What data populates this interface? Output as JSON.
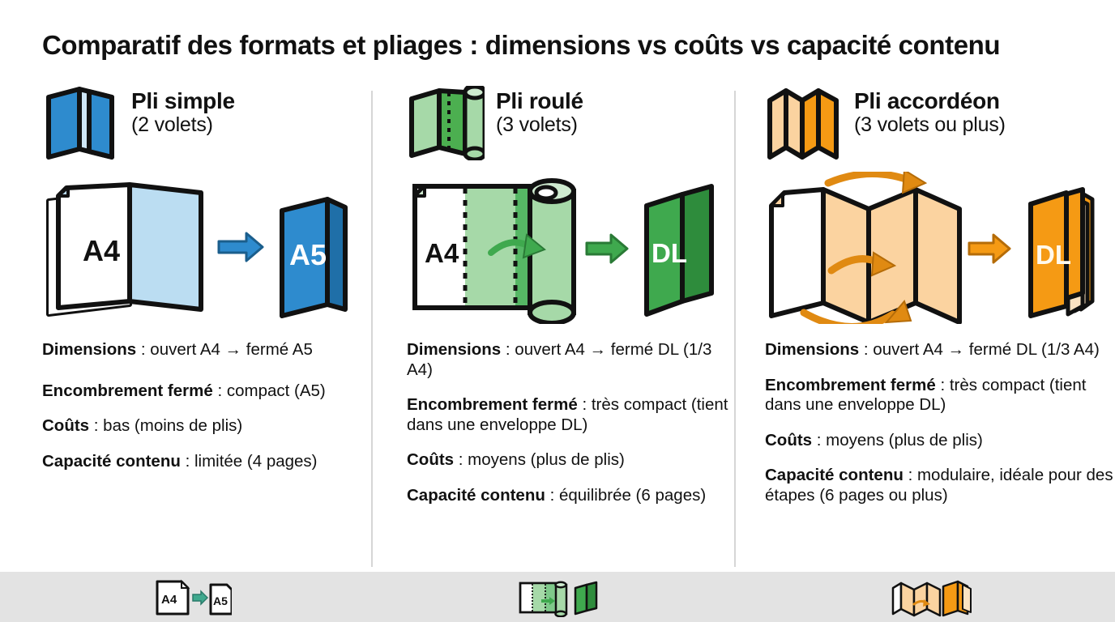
{
  "title": "Comparatif des formats et pliages : dimensions vs coûts vs capacité contenu",
  "colors": {
    "blue_dark": "#2E8BCE",
    "blue_light": "#BBDDF2",
    "green_dark": "#3FA94E",
    "green_light": "#A6D9A8",
    "orange_dark": "#F59A14",
    "orange_light": "#FBD3A0",
    "outline": "#111111",
    "divider": "#d6d6d6",
    "footer_bg": "#e3e3e3",
    "page_bg": "#ffffff"
  },
  "columns": [
    {
      "icon_name": "single-fold-icon",
      "title": "Pli simple",
      "subtitle": "(2 volets)",
      "diagram": {
        "name": "single-fold-diagram",
        "open_label": "A4",
        "closed_label": "A5",
        "arrow": "→"
      },
      "specs": [
        {
          "label": "Dimensions",
          "sep": " : ",
          "value": "ouvert A4 → fermé A5"
        },
        {
          "label": "Encombrement fermé",
          "sep": " : ",
          "value": "compact (A5)"
        },
        {
          "label": "Coûts",
          "sep": " : ",
          "value": "bas (moins de plis)"
        },
        {
          "label": "Capacité contenu",
          "sep": " : ",
          "value": "limitée (4 pages)"
        }
      ]
    },
    {
      "icon_name": "roll-fold-icon",
      "title": "Pli roulé",
      "subtitle": "(3 volets)",
      "diagram": {
        "name": "roll-fold-diagram",
        "open_label": "A4",
        "closed_label": "DL",
        "arrow": "→"
      },
      "specs": [
        {
          "label": "Dimensions",
          "sep": " : ",
          "value": "ouvert A4 → fermé DL (1/3 A4)"
        },
        {
          "label": "Encombrement fermé",
          "sep": " : ",
          "value": "très compact (tient dans une enveloppe DL)"
        },
        {
          "label": "Coûts",
          "sep": " : ",
          "value": "moyens (plus de plis)"
        },
        {
          "label": "Capacité contenu",
          "sep": " : ",
          "value": "équilibrée (6 pages)"
        }
      ]
    },
    {
      "icon_name": "accordion-fold-icon",
      "title": "Pli accordéon",
      "subtitle": "(3 volets ou plus)",
      "diagram": {
        "name": "accordion-fold-diagram",
        "open_label": "",
        "closed_label": "DL",
        "arrow": "→"
      },
      "specs": [
        {
          "label": "Dimensions",
          "sep": " : ",
          "value": "ouvert A4 → fermé DL (1/3 A4)"
        },
        {
          "label": "Encombrement fermé",
          "sep": " : ",
          "value": "très compact (tient dans une enveloppe DL)"
        },
        {
          "label": "Coûts",
          "sep": " : ",
          "value": "moyens (plus de plis)"
        },
        {
          "label": "Capacité contenu",
          "sep": " : ",
          "value": "modulaire, idéale pour des étapes (6 pages ou plus)"
        }
      ]
    }
  ],
  "footer": {
    "thumbs": [
      {
        "name": "thumb-single-fold",
        "label_a": "A4",
        "label_b": "A5"
      },
      {
        "name": "thumb-roll-fold",
        "label_a": "",
        "label_b": ""
      },
      {
        "name": "thumb-accordion-fold",
        "label_a": "",
        "label_b": ""
      }
    ]
  }
}
